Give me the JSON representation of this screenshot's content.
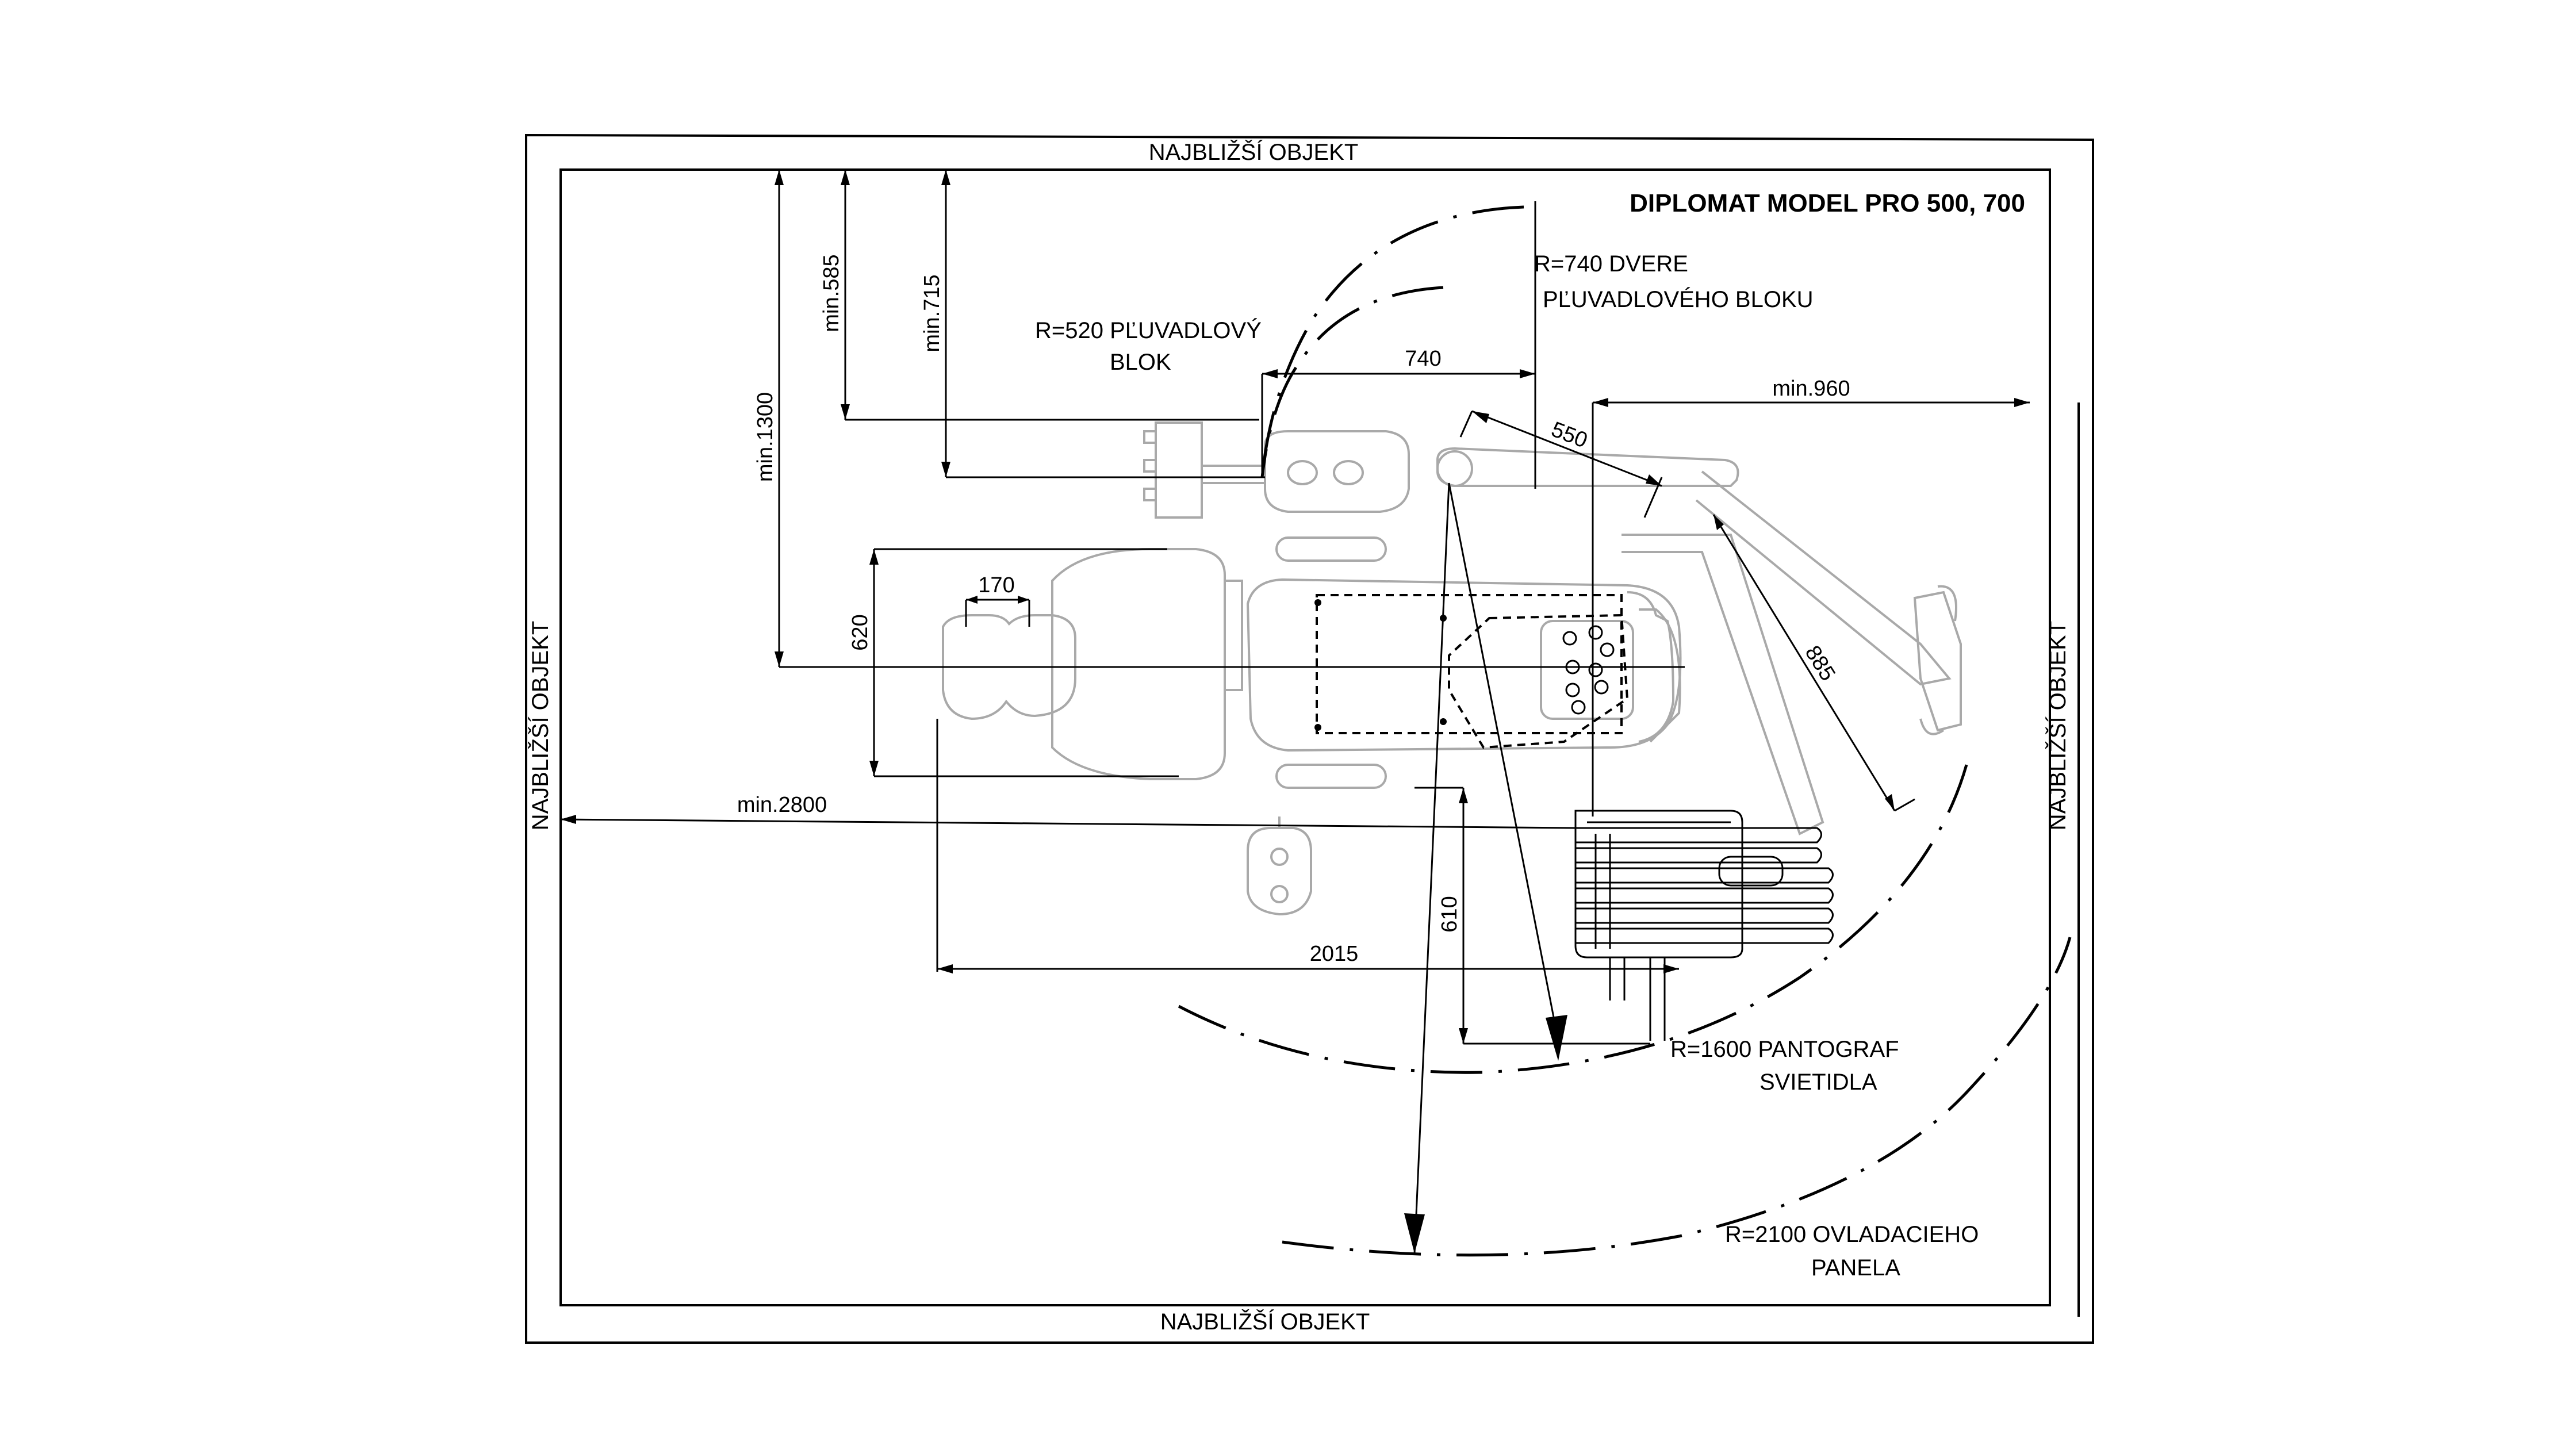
{
  "title": "DIPLOMAT MODEL PRO 500, 700",
  "boundary": {
    "top": "NAJBLIŽŠÍ  OBJEKT",
    "bottom": "NAJBLIŽŠÍ  OBJEKT",
    "left": "NAJBLIŽŠÍ  OBJEKT",
    "right": "NAJBLIŽŠÍ  OBJEKT"
  },
  "dimensions": {
    "min585": "min.585",
    "min715": "min.715",
    "min1300": "min.1300",
    "min960": "min.960",
    "min2800": "min.2800",
    "d740": "740",
    "d550": "550",
    "d885": "885",
    "d620": "620",
    "d170": "170",
    "d610": "610",
    "d2015": "2015"
  },
  "radii": {
    "r520_line1": "R=520  PĽUVADLOVÝ",
    "r520_line2": "BLOK",
    "r740_line1": "R=740  DVERE",
    "r740_line2": "PĽUVADLOVÉHO BLOKU",
    "r1600_line1": "R=1600  PANTOGRAF",
    "r1600_line2": "SVIETIDLA",
    "r2100_line1": "R=2100  OVLADACIEHO",
    "r2100_line2": "PANELA"
  }
}
